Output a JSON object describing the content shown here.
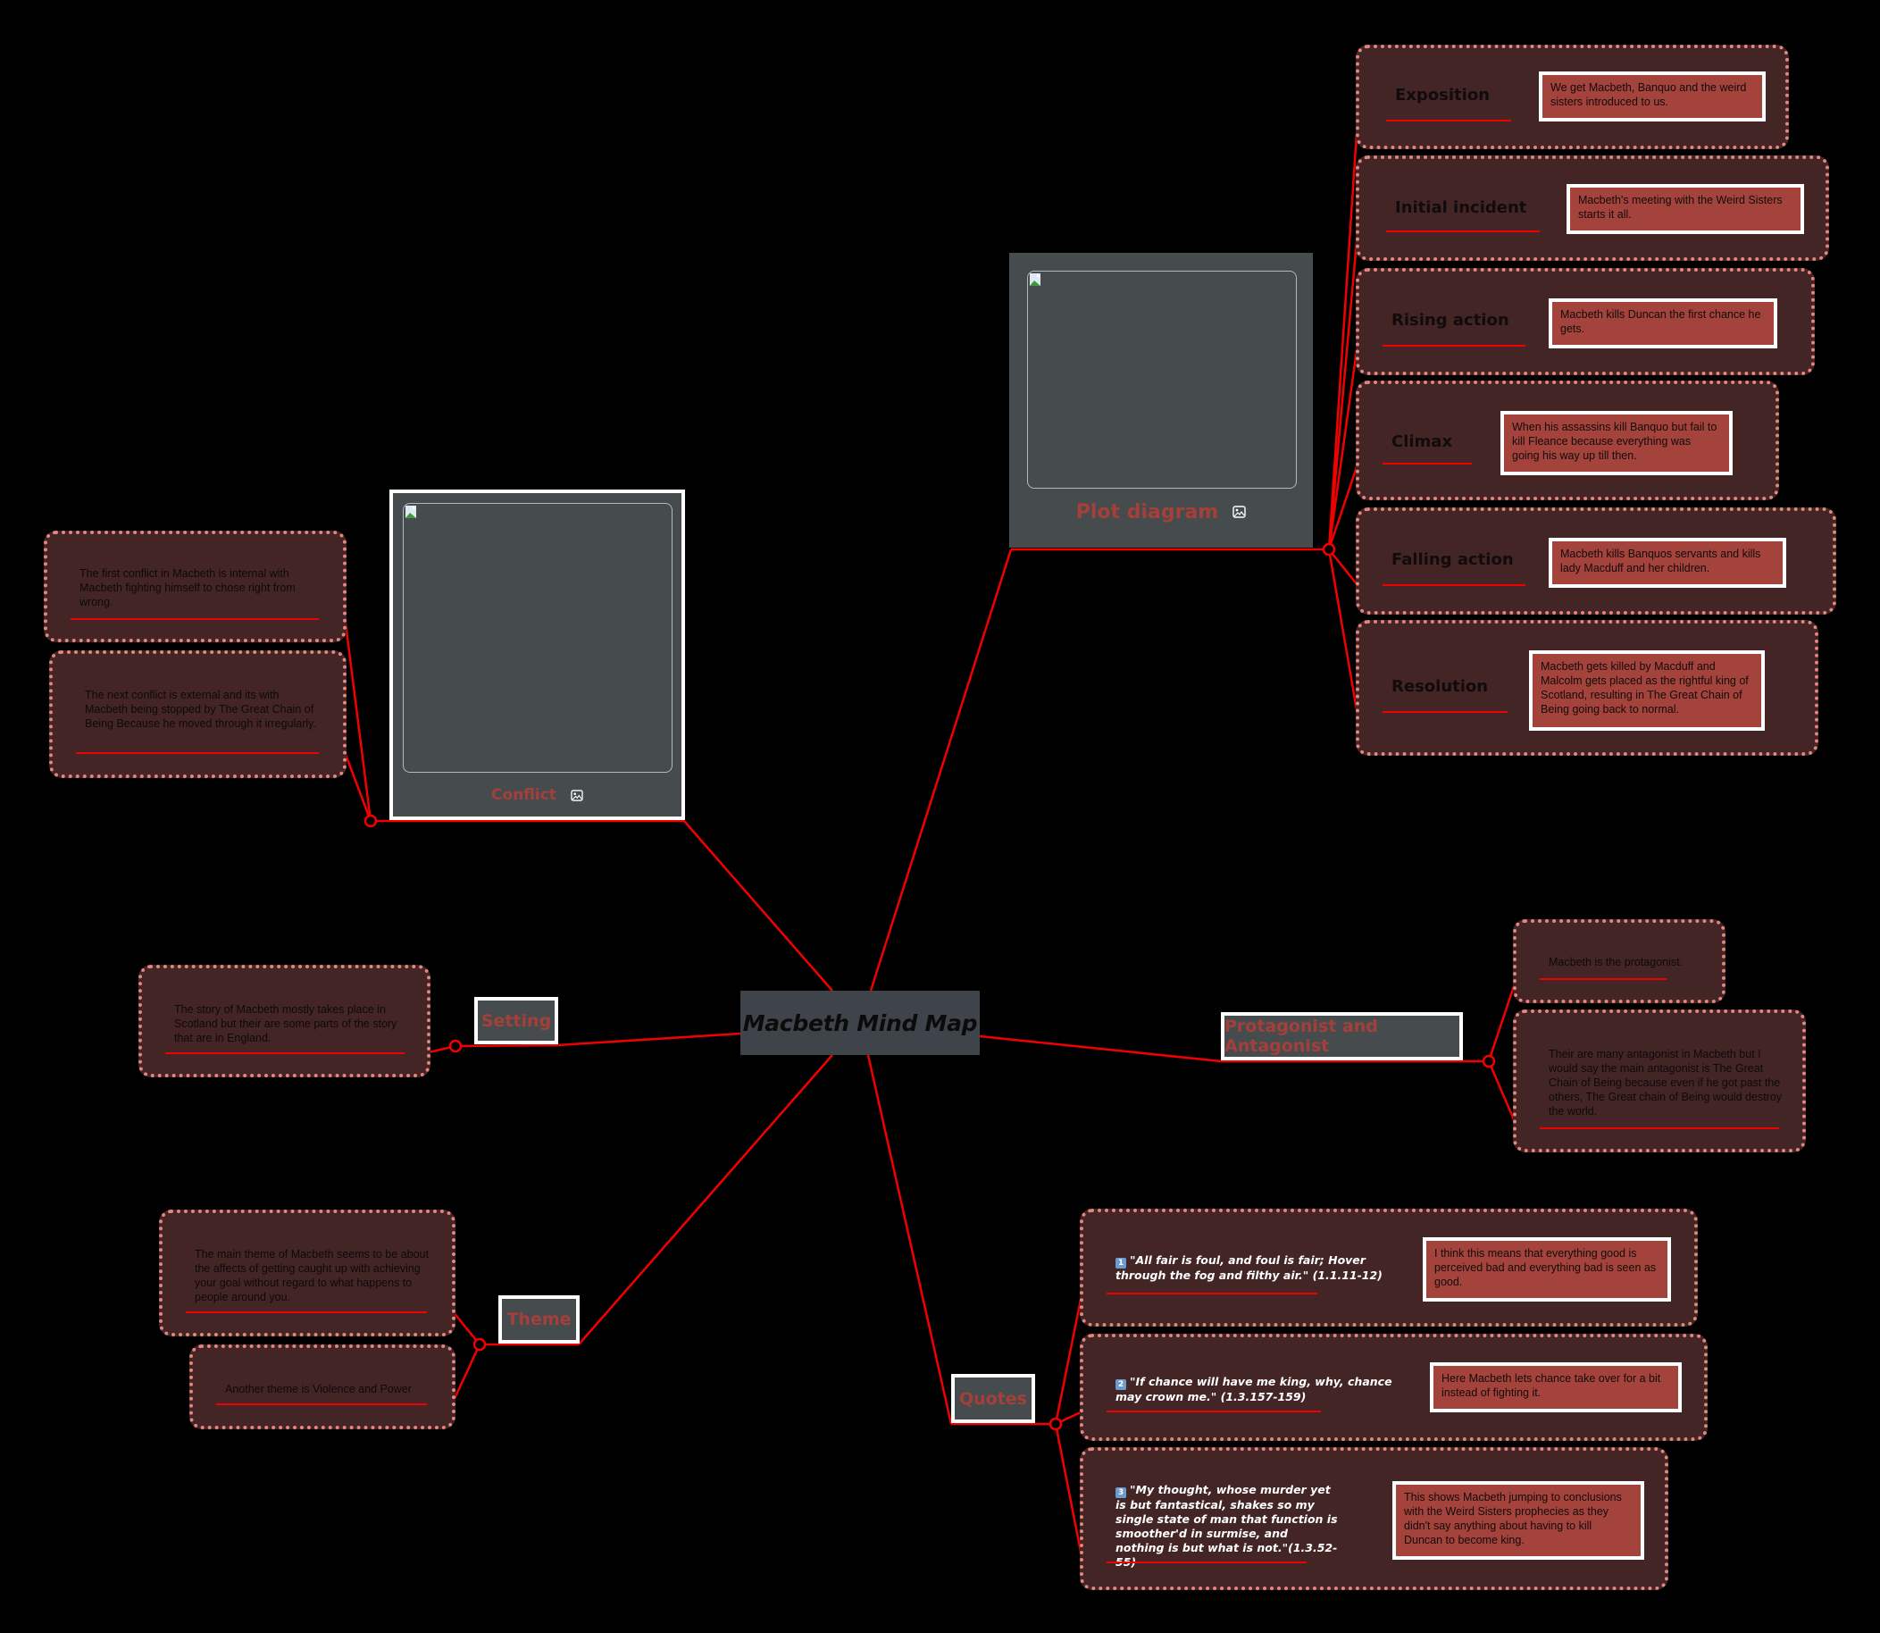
{
  "root": {
    "label": "Macbeth Mind Map"
  },
  "colors": {
    "background": "#000000",
    "link": "#f10000",
    "card_bg": "#432526",
    "card_border": "#e5857e",
    "note_bg": "#a4423c",
    "topic_text": "#a53f3a",
    "root_bg": "#3e444a"
  },
  "plot": {
    "label": "Plot diagram",
    "icon": "image-icon",
    "stages": [
      {
        "title": "Exposition",
        "note": "We get Macbeth, Banquo and the weird sisters introduced to us."
      },
      {
        "title": "Initial incident",
        "note": "Macbeth's meeting with the Weird Sisters starts it all."
      },
      {
        "title": "Rising action",
        "note": "Macbeth kills Duncan the first chance he gets."
      },
      {
        "title": "Climax",
        "note": "When his assassins kill Banquo but fail to kill Fleance because everything was going his way up till then."
      },
      {
        "title": "Falling action",
        "note": "Macbeth kills Banquos servants and kills lady Macduff and her children."
      },
      {
        "title": "Resolution",
        "note": "Macbeth gets killed by Macduff and Malcolm gets placed as the rightful king of Scotland, resulting in The Great Chain of Being going back to normal."
      }
    ]
  },
  "conflict": {
    "label": "Conflict",
    "icon": "image-icon",
    "items": [
      "The first conflict in Macbeth is internal with Macbeth fighting himself to chose right from wrong.",
      "The next conflict is external and its with Macbeth being stopped by The Great Chain of Being Because he moved through it irregularly."
    ]
  },
  "setting": {
    "label": "Setting",
    "items": [
      "The story of Macbeth mostly takes place in Scotland but their are some parts of the story that are in England."
    ]
  },
  "protagonist": {
    "label": "Protagonist and Antagonist",
    "items": [
      "Macbeth is the protagonist.",
      "Their are many antagonist in Macbeth but I would say the main antagonist is The Great Chain of Being because even if he got past the others, The Great chain of Being would destroy the world."
    ]
  },
  "theme": {
    "label": "Theme",
    "items": [
      "The main theme of Macbeth seems to be about the affects of getting caught up with achieving your goal without regard to what happens to people around you.",
      "Another theme is Violence and Power"
    ]
  },
  "quotes": {
    "label": "Quotes",
    "items": [
      {
        "num": "1",
        "quote": "\"All fair is foul, and foul is fair; Hover through the fog and filthy air.\" (1.1.11-12)",
        "note": "I think this means that everything good is perceived bad and everything bad is seen as good."
      },
      {
        "num": "2",
        "quote": "\"If chance will have me king, why, chance may crown me.\" (1.3.157-159)",
        "note": "Here Macbeth lets chance take over for a bit instead of fighting it."
      },
      {
        "num": "3",
        "quote": "\"My thought, whose murder yet is but fantastical, shakes so my single state of man that function is smoother'd in surmise, and nothing is but what is not.\"(1.3.52-55)",
        "note": "This shows Macbeth jumping to conclusions with the Weird Sisters prophecies as they didn't say anything about having to kill Duncan to become king."
      }
    ]
  }
}
